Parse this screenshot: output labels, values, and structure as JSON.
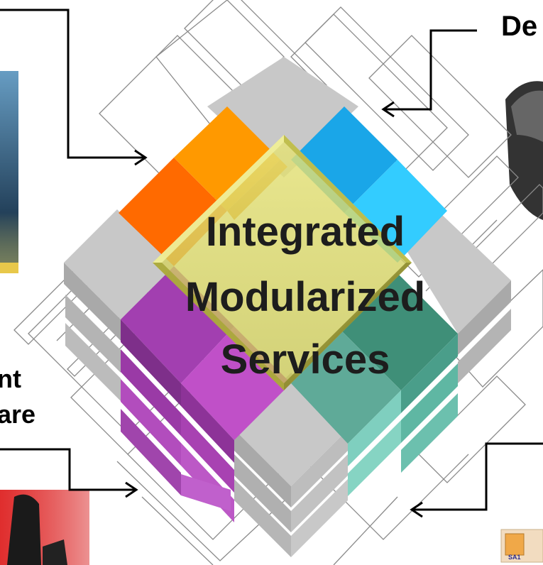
{
  "labels": {
    "top_right": "De",
    "left_line_1": "nt",
    "left_line_2": "are"
  },
  "center": {
    "line1": "Integrated",
    "line2": "Modularized",
    "line3": "Services"
  },
  "colors": {
    "orange_dark": "#ff6a00",
    "orange": "#ff9900",
    "blue": "#1aa6e8",
    "blue_light": "#33ccff",
    "purple": "#a23fb0",
    "purple_light": "#c050c8",
    "teal": "#3f8f78",
    "teal_light": "#7fcfbf",
    "gray": "#c8c8c8",
    "center_glass": "#d4d25c"
  },
  "logo_text": "SA1"
}
